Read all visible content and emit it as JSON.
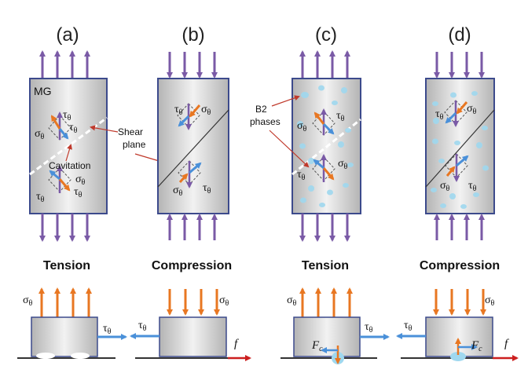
{
  "panels": [
    {
      "label": "(a)",
      "caption": "Tension",
      "inner_label": "MG"
    },
    {
      "label": "(b)",
      "caption": "Compression"
    },
    {
      "label": "(c)",
      "caption": "Tension"
    },
    {
      "label": "(d)",
      "caption": "Compression"
    }
  ],
  "annotations": {
    "shear_plane": "Shear\nplane",
    "cavitation": "Cavitation",
    "b2_phases": "B2\nphases"
  },
  "symbols": {
    "sigma": "σ",
    "tau": "τ",
    "theta": "θ",
    "f": "f",
    "F": "F",
    "c": "c"
  },
  "colors": {
    "arrow_purple": "#7a5aa6",
    "arrow_orange": "#e87722",
    "arrow_blue": "#4a90d9",
    "arrow_red": "#cc1f1f",
    "box_stroke": "#3c4a8c",
    "particle": "#9fd8ef"
  }
}
